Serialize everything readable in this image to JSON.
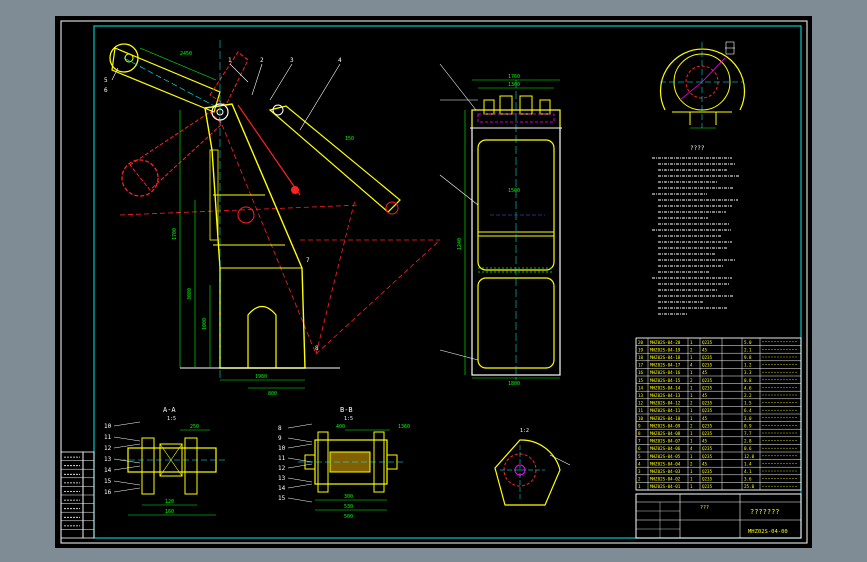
{
  "drawing": {
    "drawing_number": "MHZ02S-04-00",
    "title_block_name": "???????",
    "title_block_sub": "???",
    "scale_labels": [
      "1:5",
      "1:5",
      "1:2"
    ],
    "section_labels": [
      "A-A",
      "B-B"
    ],
    "notes_heading": "????",
    "callouts_main": [
      "1",
      "2",
      "3",
      "4",
      "5",
      "6",
      "7",
      "8"
    ],
    "callouts_left_view": [
      "10",
      "11",
      "12",
      "13",
      "14",
      "15",
      "16"
    ],
    "callouts_right_view": [
      "8",
      "9",
      "10",
      "11",
      "12",
      "13",
      "14",
      "15"
    ],
    "dimensions_main": [
      "2450",
      "1700",
      "3080",
      "1000",
      "1980",
      "800",
      "150"
    ],
    "dimensions_front": [
      "1760",
      "1300",
      "1800",
      "1240",
      "1500"
    ],
    "dimensions_sections": [
      "120",
      "160",
      "250",
      "300",
      "530",
      "500",
      "400",
      "1360"
    ],
    "bom_rows": [
      [
        "20",
        "MHZ02S-04-20",
        "1",
        "Q235",
        "",
        "5.0"
      ],
      [
        "19",
        "MHZ02S-04-19",
        "2",
        "45",
        "",
        "2.1"
      ],
      [
        "18",
        "MHZ02S-04-18",
        "1",
        "Q235",
        "",
        "9.8"
      ],
      [
        "17",
        "MHZ02S-04-17",
        "4",
        "Q235",
        "",
        "1.2"
      ],
      [
        "16",
        "MHZ02S-04-16",
        "1",
        "45",
        "",
        "3.3"
      ],
      [
        "15",
        "MHZ02S-04-15",
        "2",
        "Q235",
        "",
        "0.8"
      ],
      [
        "14",
        "MHZ02S-04-14",
        "1",
        "Q235",
        "",
        "4.6"
      ],
      [
        "13",
        "MHZ02S-04-13",
        "1",
        "45",
        "",
        "2.2"
      ],
      [
        "12",
        "MHZ02S-04-12",
        "2",
        "Q235",
        "",
        "1.5"
      ],
      [
        "11",
        "MHZ02S-04-11",
        "1",
        "Q235",
        "",
        "6.4"
      ],
      [
        "10",
        "MHZ02S-04-10",
        "1",
        "45",
        "",
        "3.0"
      ],
      [
        "9",
        "MHZ02S-04-09",
        "2",
        "Q235",
        "",
        "0.9"
      ],
      [
        "8",
        "MHZ02S-04-08",
        "1",
        "Q235",
        "",
        "7.7"
      ],
      [
        "7",
        "MHZ02S-04-07",
        "1",
        "45",
        "",
        "2.8"
      ],
      [
        "6",
        "MHZ02S-04-06",
        "4",
        "Q235",
        "",
        "0.6"
      ],
      [
        "5",
        "MHZ02S-04-05",
        "1",
        "Q235",
        "",
        "12.0"
      ],
      [
        "4",
        "MHZ02S-04-04",
        "2",
        "45",
        "",
        "1.4"
      ],
      [
        "3",
        "MHZ02S-04-03",
        "1",
        "Q235",
        "",
        "4.1"
      ],
      [
        "2",
        "MHZ02S-04-02",
        "1",
        "Q235",
        "",
        "3.6"
      ],
      [
        "1",
        "MHZ02S-04-01",
        "1",
        "Q235",
        "",
        "25.0"
      ]
    ],
    "colors": {
      "canvas": "#000000",
      "outer": "#7f8c96",
      "frame": "#00c8c8",
      "yellow": "#ffff00",
      "red": "#ff2020",
      "white": "#ffffff",
      "cyan": "#00ffff",
      "magenta": "#ff00ff",
      "blue": "#4060ff"
    }
  }
}
